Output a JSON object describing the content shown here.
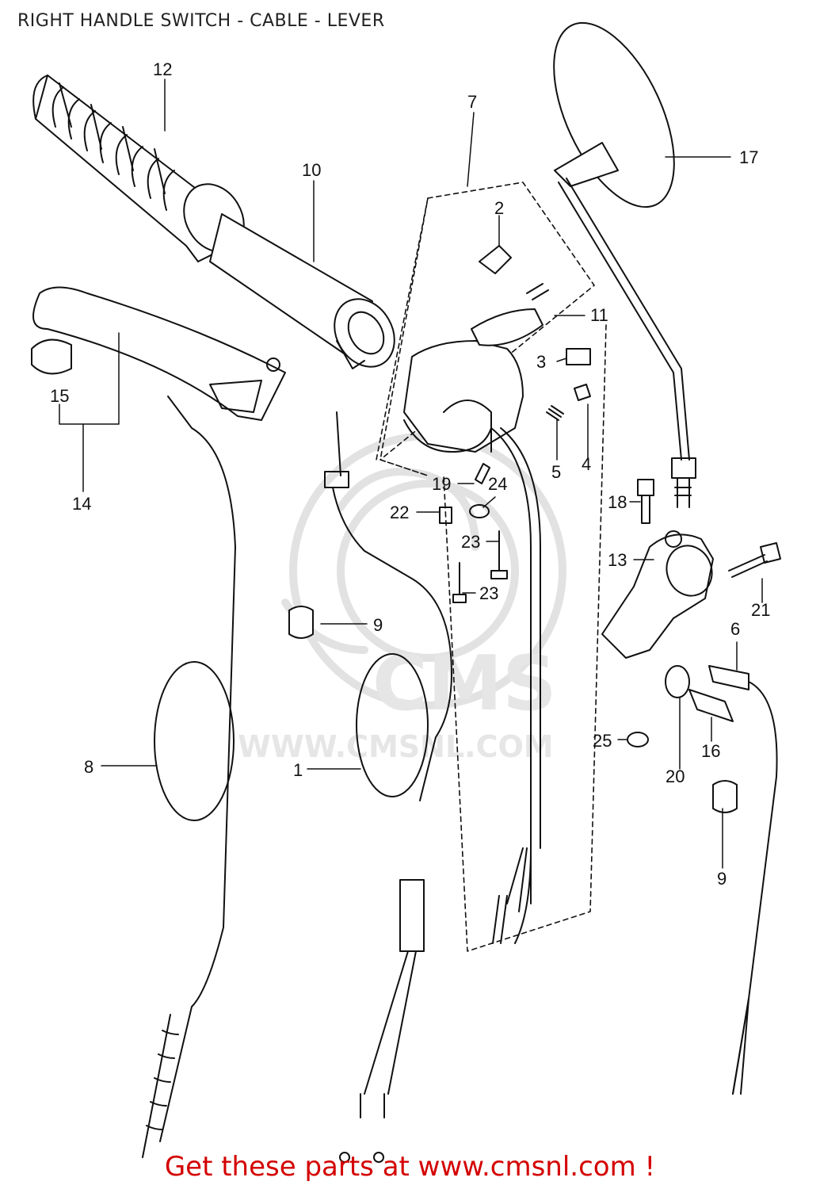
{
  "title": "RIGHT HANDLE SWITCH - CABLE - LEVER",
  "footer": "Get these parts at www.cmsnl.com !",
  "watermark": {
    "logo_text": "CMS",
    "url_text": "WWW.CMSNL.COM"
  },
  "colors": {
    "ink": "#111111",
    "footer": "#d40000",
    "watermark": "#e4e4e4"
  },
  "callouts": {
    "c1": "1",
    "c2": "2",
    "c3": "3",
    "c4": "4",
    "c5": "5",
    "c6": "6",
    "c7": "7",
    "c8": "8",
    "c9a": "9",
    "c9b": "9",
    "c10": "10",
    "c11": "11",
    "c12": "12",
    "c13": "13",
    "c14": "14",
    "c15": "15",
    "c16": "16",
    "c17": "17",
    "c18": "18",
    "c19": "19",
    "c20": "20",
    "c21": "21",
    "c22": "22",
    "c23a": "23",
    "c23b": "23",
    "c24": "24",
    "c25": "25"
  }
}
